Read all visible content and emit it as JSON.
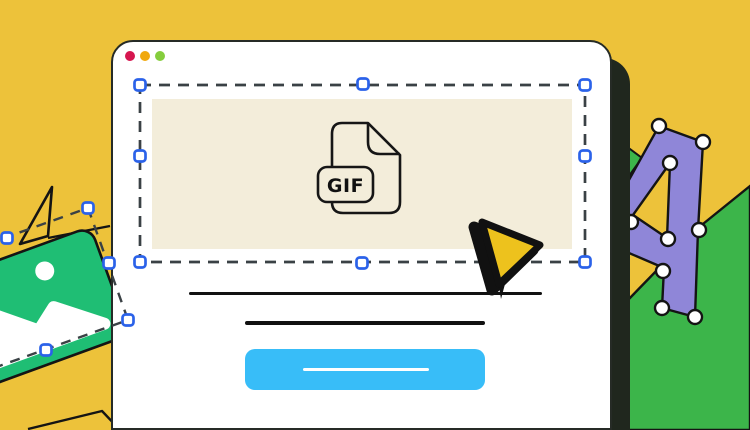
{
  "scene": {
    "background_color": "#EDC23A"
  },
  "window": {
    "shadow_color": "#20271E",
    "background_color": "#FFFFFF",
    "traffic_lights": [
      {
        "name": "close",
        "color": "#D6164F"
      },
      {
        "name": "minimize",
        "color": "#F0A80D"
      },
      {
        "name": "zoom",
        "color": "#85CD3D"
      }
    ]
  },
  "canvas": {
    "image_placeholder": {
      "background_color": "#F3EDDA",
      "file_badge_label": "GIF"
    },
    "selection": {
      "dash_color": "#3A4145",
      "handle_color": "#2B62E9",
      "handle_fill": "#FFFFFF",
      "handle_count": 8
    },
    "text_placeholders": {
      "color": "#111111",
      "count": 2
    },
    "button": {
      "color": "#38BDF8",
      "label_line_color": "#FFFFFF"
    }
  },
  "cursor": {
    "color": "#EDC21D",
    "outline_color": "#111111"
  },
  "left_artwork": {
    "card_color": "#1FBE74",
    "icon": "photo-image",
    "selection_handle_color": "#2B62E9",
    "selection_handle_count": 5
  },
  "right_artwork": {
    "numeral": "4",
    "fill_color": "#8F86D8",
    "anchor_color": "#FFFFFF",
    "anchor_count": 9,
    "wedge_color": "#3CB54A"
  }
}
